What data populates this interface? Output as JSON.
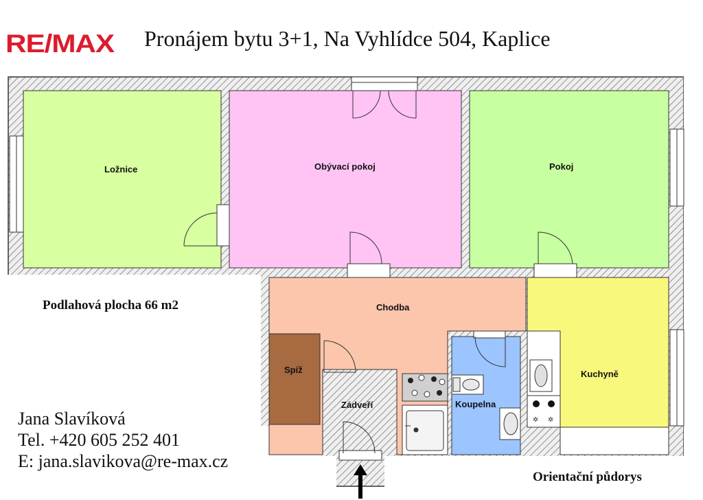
{
  "header": {
    "logo_text": "RE/MAX",
    "title": "Pronájem bytu 3+1, Na Vyhlídce 504, Kaplice"
  },
  "rooms": {
    "loznice": "Ložnice",
    "obyvaci": "Obývací pokoj",
    "pokoj": "Pokoj",
    "chodba": "Chodba",
    "spiz": "Spíž",
    "zadveri": "Zádveří",
    "koupelna": "Koupelna",
    "kuchyne": "Kuchyně"
  },
  "area_label": "Podlahová plocha 66 m2",
  "contact": {
    "name": "Jana Slavíková",
    "phone": "Tel. +420 605 252 401",
    "email": "E: jana.slavikova@re-max.cz"
  },
  "footer_label": "Orientační půdorys",
  "colors": {
    "brand_red": "#dc1c2e",
    "brand_blue": "#1a3d8f",
    "wall": "#d8d8d8",
    "green_room": "#d8ffa0",
    "green_room_2": "#c8ffa0",
    "pink_room": "#ffc4f4",
    "hall": "#fcc6ac",
    "pantry": "#a86a40",
    "bathroom": "#9cc4ff",
    "kitchen": "#f8f87c"
  },
  "icons": [
    "entrance-arrow-icon",
    "window-icon",
    "door-swing-icon",
    "stove-icon",
    "sink-icon",
    "toilet-icon",
    "bathtub-icon"
  ]
}
